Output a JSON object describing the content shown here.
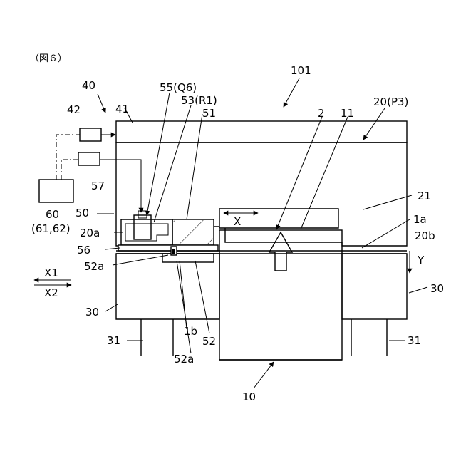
{
  "figure": {
    "caption": "（図６）"
  },
  "labels": {
    "l101": "101",
    "l40": "40",
    "l42": "42",
    "l41": "41",
    "l55": "55(Q6)",
    "l53": "53(R1)",
    "l51": "51",
    "l2": "2",
    "l11": "11",
    "l20": "20(P3)",
    "l57": "57",
    "l21": "21",
    "l60": "60",
    "l6162": "(61,62)",
    "l50": "50",
    "lX": "X",
    "l1a": "1a",
    "l20a": "20a",
    "l20b": "20b",
    "l56": "56",
    "lY": "Y",
    "l52a_left": "52a",
    "lX1": "X1",
    "lX2": "X2",
    "l30_left": "30",
    "l30_right": "30",
    "l1b": "1b",
    "l31_left": "31",
    "l52": "52",
    "l31_right": "31",
    "l52a_bottom": "52a",
    "l10": "10"
  }
}
